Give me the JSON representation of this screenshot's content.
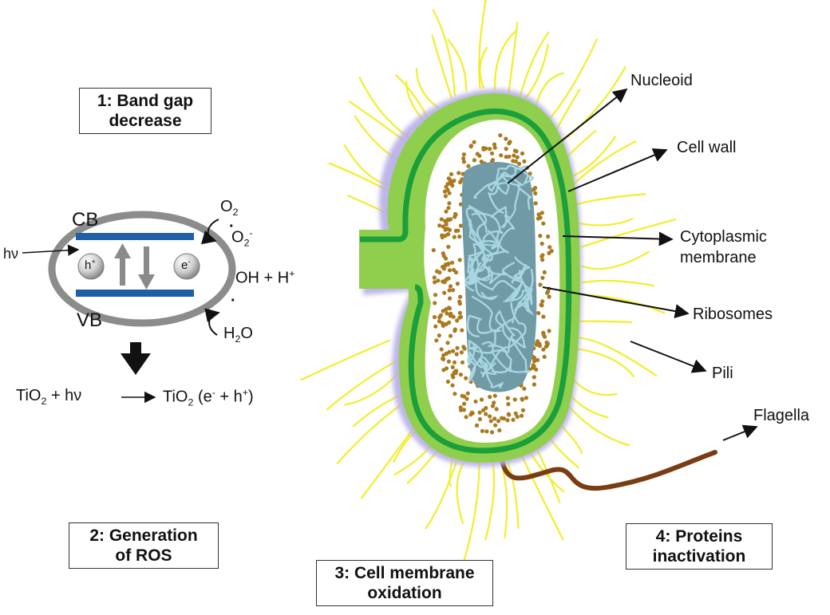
{
  "steps": {
    "step1": [
      "1: Band gap",
      "decrease"
    ],
    "step2": [
      "2: Generation",
      "of ROS"
    ],
    "step3": [
      "3: Cell membrane",
      "oxidation"
    ],
    "step4": [
      "4: Proteins",
      "inactivation"
    ]
  },
  "band_diagram": {
    "cb": "CB",
    "vb": "VB",
    "hv": "hν",
    "hole": "h",
    "hole_charge": "+",
    "electron": "e",
    "electron_charge": "-",
    "o2": "O",
    "o2_sub": "2",
    "superoxide": "O",
    "superoxide_sub": "2",
    "superoxide_charge": "-",
    "oh_h": "OH + H",
    "oh_h_charge": "+",
    "h2o_h": "H",
    "h2o_sub": "2",
    "h2o_o": "O"
  },
  "equation": {
    "left": "TiO",
    "left_sub": "2",
    "left_tail": " + hν",
    "right": "TiO",
    "right_sub": "2",
    "right_mid": " (e",
    "right_e_charge": "-",
    "right_plus": " + h",
    "right_h_charge": "+",
    "right_close": ")"
  },
  "cell_labels": {
    "nucleoid": "Nucleoid",
    "cell_wall": "Cell wall",
    "cytoplasmic_1": "Cytoplasmic",
    "cytoplasmic_2": "membrane",
    "ribosomes": "Ribosomes",
    "pili": "Pili",
    "flagella": "Flagella"
  },
  "colors": {
    "pili": "#f2ee2c",
    "cell_wall": "#8fcf4d",
    "membrane": "#1a9f3a",
    "nucleoid": "#8fb9c4",
    "ribosome": "#a97a1f",
    "flagella": "#7a3d12",
    "band": "#1f5fa8",
    "ring": "#8c8c8c"
  }
}
